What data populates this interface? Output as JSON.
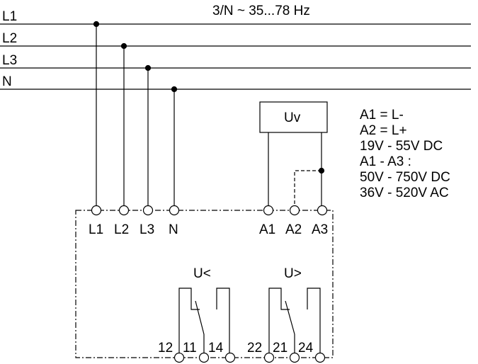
{
  "title": "3/N ~ 35...78 Hz",
  "bus_labels": [
    "L1",
    "L2",
    "L3",
    "N"
  ],
  "supply_terminals": [
    "L1",
    "L2",
    "L3",
    "N"
  ],
  "aux_terminals": [
    "A1",
    "A2",
    "A3"
  ],
  "supply_module_label": "Uv",
  "notes": [
    "A1 = L-",
    "A2 = L+",
    "19V - 55V DC",
    "A1 - A3 :",
    "50V - 750V DC",
    "36V - 520V AC"
  ],
  "relays": [
    {
      "label": "U<",
      "terminals": [
        "12",
        "11",
        "14"
      ]
    },
    {
      "label": "U>",
      "terminals": [
        "22",
        "21",
        "24"
      ]
    }
  ]
}
